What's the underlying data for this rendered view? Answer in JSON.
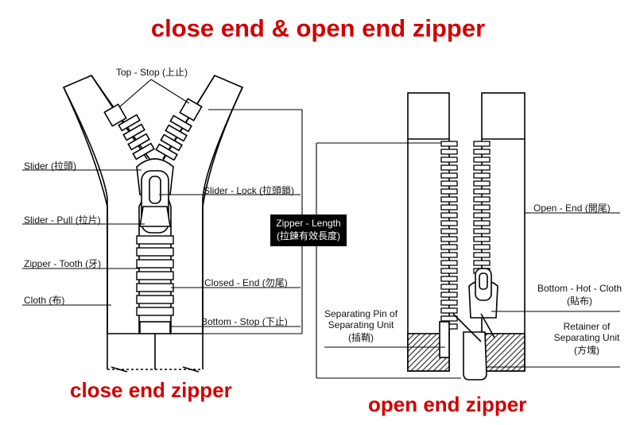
{
  "title": "close end & open end zipper",
  "captions": {
    "left": "close end zipper",
    "right": "open end zipper"
  },
  "labels": {
    "top_stop": "Top - Stop (上止)",
    "slider": "Slider (拉頭)",
    "slider_lock": "Slider - Lock (拉頭鎖)",
    "slider_pull": "Slider - Pull (拉片)",
    "zipper_tooth": "Zipper - Tooth (牙)",
    "closed_end": "Closed - End (勿尾)",
    "cloth": "Cloth (布)",
    "bottom_stop": "Bottom - Stop (下止)",
    "zipper_length_1": "Zipper - Length",
    "zipper_length_2": "(拉鍊有效長度)",
    "open_end": "Open - End (開尾)",
    "bottom_hot_cloth_1": "Bottom - Hot - Cloth",
    "bottom_hot_cloth_2": "(貼布)",
    "separating_pin_1": "Separating Pin of",
    "separating_pin_2": "Separating Unit",
    "separating_pin_3": "(插鞘)",
    "retainer_1": "Retainer of",
    "retainer_2": "Separating Unit",
    "retainer_3": "(方塊)"
  },
  "colors": {
    "title": "#d20000",
    "line": "#000000",
    "hatch_fill": "#555555"
  }
}
